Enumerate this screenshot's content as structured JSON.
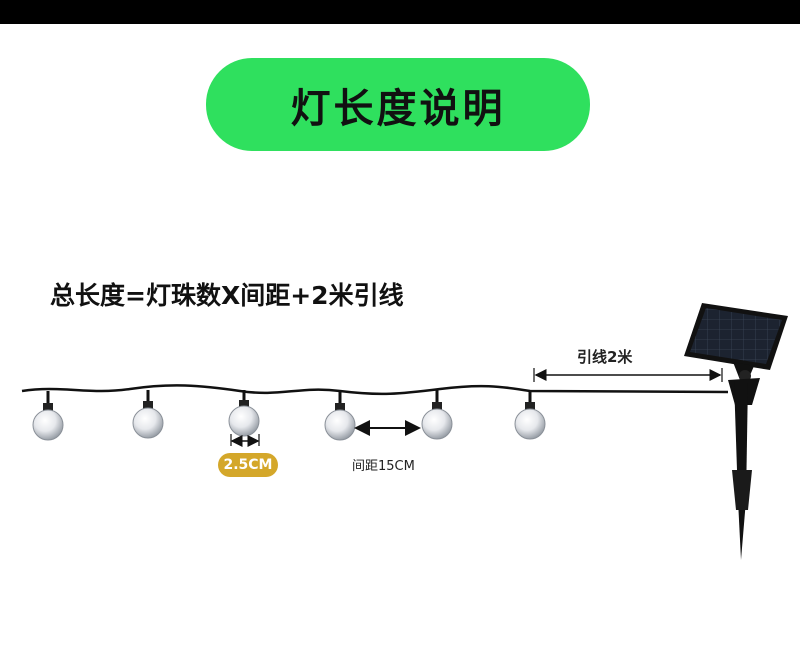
{
  "title": "灯长度说明",
  "formula": "总长度=灯珠数X间距+2米引线",
  "lead_wire_label": "引线2米",
  "bulb_size_label": "2.5CM",
  "spacing_label": "间距15CM",
  "colors": {
    "title_pill": "#2fe05e",
    "badge": "#d4a72a",
    "wire": "#111111"
  },
  "bulb_count": 6
}
